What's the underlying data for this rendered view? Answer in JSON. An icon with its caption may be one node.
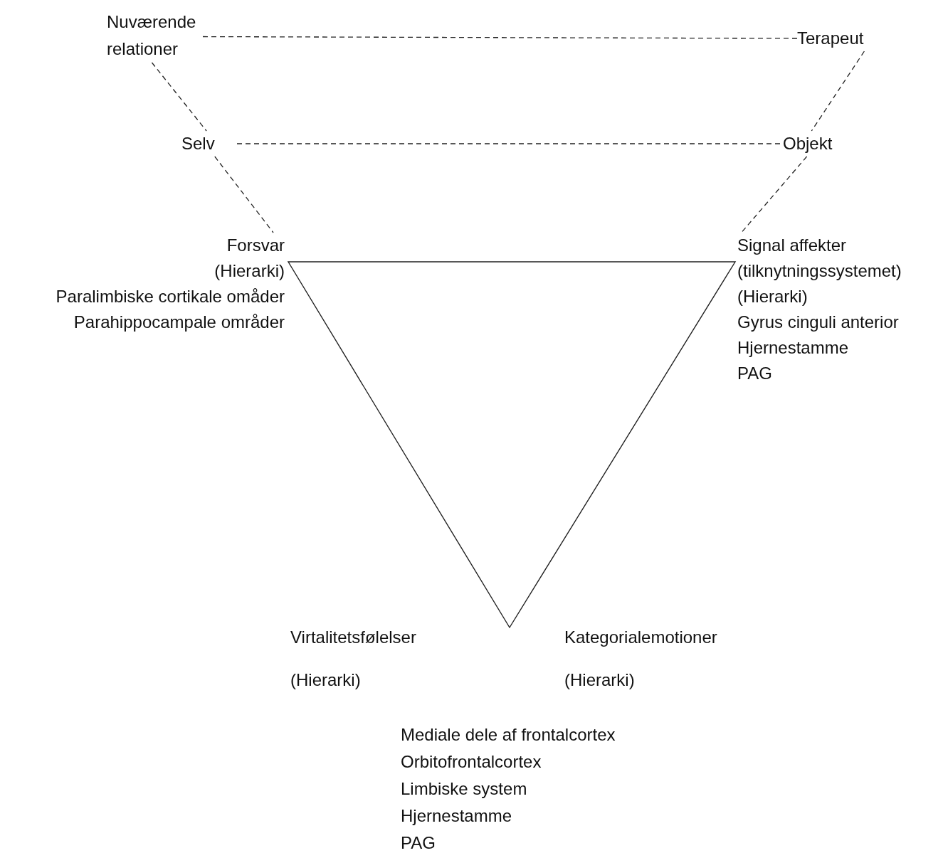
{
  "diagram": {
    "nodes": [
      {
        "text": [
          "Nuværende relationer"
        ]
      },
      {
        "text": [
          "Terapeut"
        ]
      },
      {
        "text": [
          "Selv"
        ]
      },
      {
        "text": [
          "Objekt"
        ]
      },
      {
        "text": [
          "Forsvar",
          "(Hierarki)",
          "Paralimbiske cortikale omåder",
          "Parahippocampale områder"
        ]
      },
      {
        "text": [
          "Signal affekter",
          "(tilknytningssystemet)",
          "(Hierarki)",
          "Gyrus cinguli anterior",
          "Hjernestamme",
          "PAG"
        ]
      }
    ],
    "edges": [
      {
        "from": 0,
        "to": 1,
        "arrow": "none",
        "style": "dashed"
      },
      {
        "from": 0,
        "to": 2,
        "arrow": "none",
        "style": "dashed"
      },
      {
        "from": 1,
        "to": 3,
        "arrow": "none",
        "style": "dashed"
      },
      {
        "from": 2,
        "to": 3,
        "arrow": "none",
        "style": "dashed"
      },
      {
        "from": 2,
        "to": 4,
        "arrow": "none",
        "style": "dashed"
      },
      {
        "from": 3,
        "to": 5,
        "arrow": "none",
        "style": "dashed"
      }
    ],
    "labels": [
      "Virtalitetsfølelser",
      "Kategorialemotioner",
      "(Hierarki)",
      "(Hierarki)",
      "Mediale dele af frontalcortex",
      "Orbitofrontalcortex",
      "Limbiske system",
      "Hjernestamme",
      "PAG"
    ]
  }
}
